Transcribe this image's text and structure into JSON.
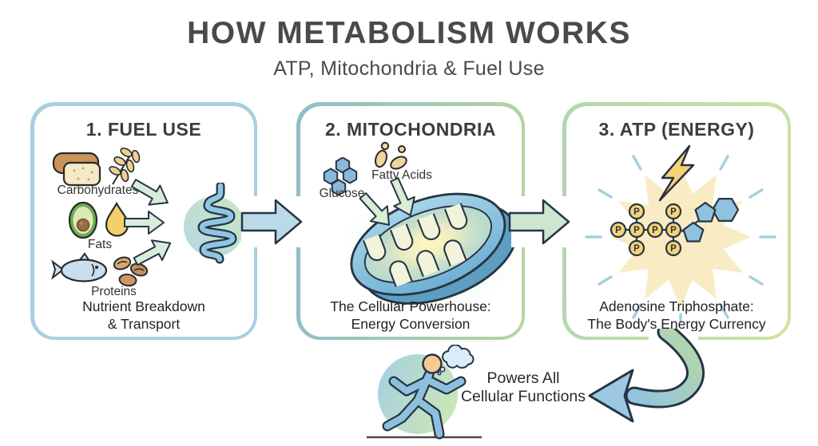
{
  "header": {
    "title": "HOW METABOLISM WORKS",
    "subtitle": "ATP, Mitochondria & Fuel Use"
  },
  "panels": [
    {
      "id": "fuel-use",
      "title": "1. FUEL USE",
      "foods": [
        {
          "label": "Carbohydrates",
          "icons": [
            "bread-icon",
            "wheat-icon"
          ]
        },
        {
          "label": "Fats",
          "icons": [
            "avocado-icon",
            "oil-drop-icon"
          ]
        },
        {
          "label": "Proteins",
          "icons": [
            "fish-icon",
            "beans-icon"
          ]
        }
      ],
      "center_icon": "intestine-icon",
      "caption": [
        "Nutrient Breakdown",
        "& Transport"
      ]
    },
    {
      "id": "mitochondria",
      "title": "2. MITOCHONDRIA",
      "inputs": [
        {
          "label": "Glucose",
          "icon": "glucose-hexagons-icon"
        },
        {
          "label": "Fatty Acids",
          "icon": "fatty-acids-icon"
        }
      ],
      "center_icon": "mitochondria-icon",
      "caption": [
        "The Cellular Powerhouse:",
        "Energy Conversion"
      ]
    },
    {
      "id": "atp",
      "title": "3. ATP (ENERGY)",
      "phosphate_symbol": "P",
      "icons": [
        "lightning-bolt-icon",
        "starburst",
        "atp-molecule-icon"
      ],
      "caption": [
        "Adenosine Triphosphate:",
        "The Body's Energy Currency"
      ]
    }
  ],
  "footer": {
    "caption": [
      "Powers All",
      "Cellular Functions"
    ],
    "icon": "running-person-icon"
  },
  "colors": {
    "title_text": "#4a4a4a",
    "body_text": "#222222",
    "panel1_border": "#a9cfe0",
    "panel2_border_left": "#8fbdc9",
    "panel2_border_right": "#b7d5a0",
    "panel3_border_left": "#b2d6b0",
    "panel3_border_right": "#cde3a0",
    "flow_arrow_blue": "#b9dae6",
    "flow_arrow_green": "#cde6d0",
    "small_arrow_green": "#d8ecdc",
    "phosphate_yellow": "#f6d475",
    "molecule_blue": "#8ec2de",
    "starburst_yellow": "#f9ecc4",
    "dash_blue": "#a9cfdd",
    "outline_dark": "#263545"
  }
}
